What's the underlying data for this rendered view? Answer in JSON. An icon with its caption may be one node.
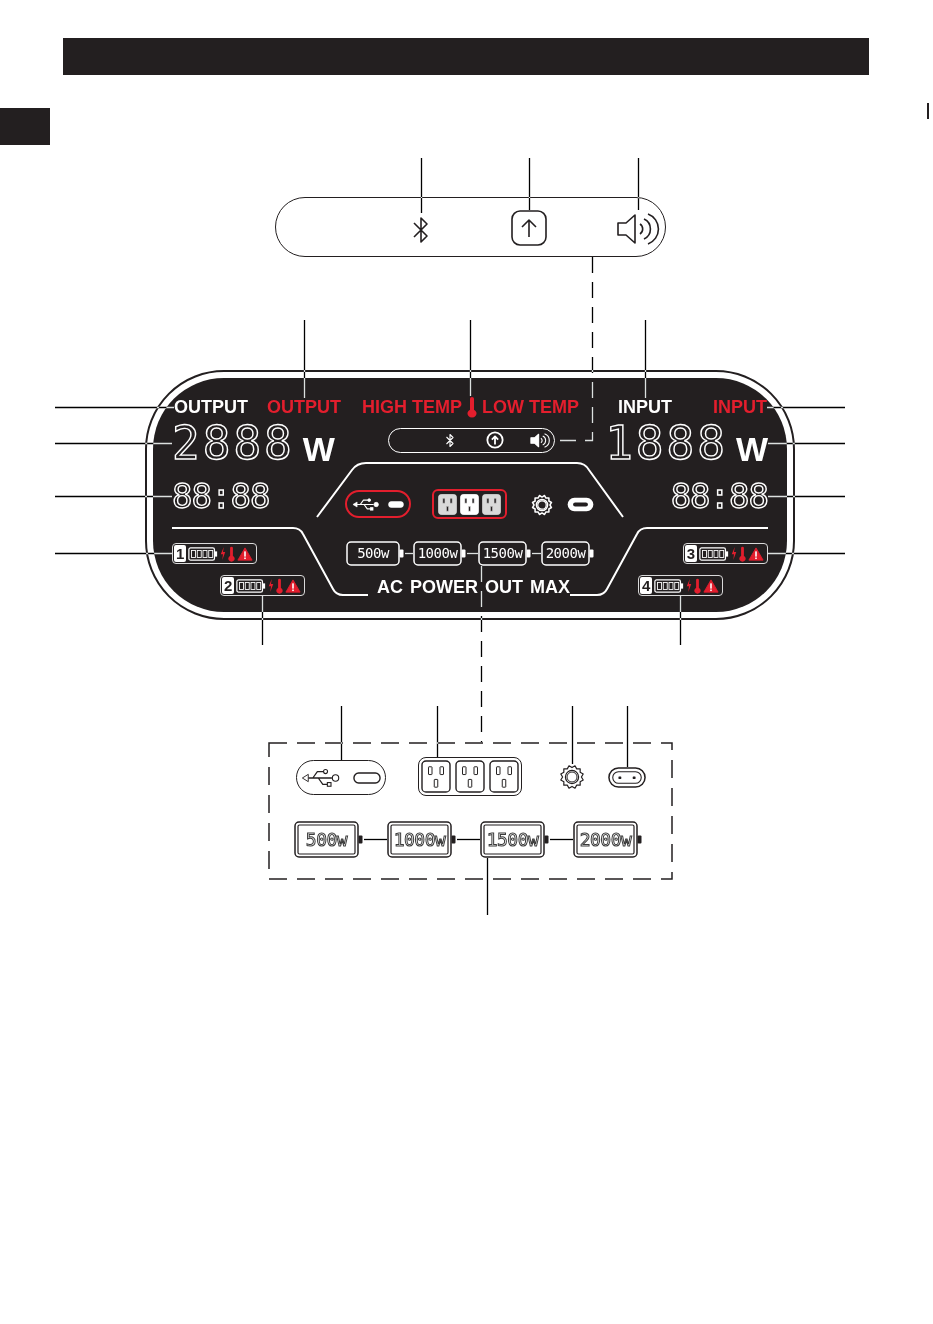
{
  "diagram": {
    "nodes": [
      {
        "text": [],
        "shape": "box"
      },
      {
        "text": [],
        "shape": "picture",
        "in": 0
      },
      {
        "text": [],
        "shape": "picture",
        "in": 0
      },
      {
        "text": [],
        "shape": "picture",
        "in": 0
      },
      {
        "text": [],
        "shape": "box"
      },
      {
        "text": [
          "OUTPUT"
        ],
        "in": 4
      },
      {
        "text": [
          "OUTPUT"
        ],
        "in": 4
      },
      {
        "text": [
          "HIGH TEMP",
          "LOW TEMP"
        ],
        "in": 4
      },
      {
        "text": [
          "INPUT"
        ],
        "in": 4
      },
      {
        "text": [
          "INPUT"
        ],
        "in": 4
      },
      {
        "text": [
          "2888",
          "W"
        ],
        "in": 4
      },
      {
        "text": [],
        "shape": "box",
        "in": 4
      },
      {
        "text": [
          "1888",
          "W"
        ],
        "in": 4
      },
      {
        "text": [
          "88:88"
        ],
        "in": 4
      },
      {
        "text": [
          "88:88"
        ],
        "in": 4
      },
      {
        "text": [
          "1"
        ],
        "in": 4
      },
      {
        "text": [
          "500w"
        ],
        "in": 4
      },
      {
        "text": [
          "1000w"
        ],
        "in": 4
      },
      {
        "text": [
          "1500w"
        ],
        "in": 4
      },
      {
        "text": [
          "2000w"
        ],
        "in": 4
      },
      {
        "text": [
          "3"
        ],
        "in": 4
      },
      {
        "text": [
          "2"
        ],
        "in": 4
      },
      {
        "text": [
          "4"
        ],
        "in": 4
      },
      {
        "text": [],
        "shape": "box"
      },
      {
        "text": [],
        "shape": "box",
        "in": 23
      },
      {
        "text": [],
        "shape": "box",
        "in": 23
      },
      {
        "text": [],
        "shape": "picture",
        "in": 23
      },
      {
        "text": [],
        "shape": "picture",
        "in": 23
      },
      {
        "text": [
          "500w"
        ],
        "in": 23
      },
      {
        "text": [
          "1000w"
        ],
        "in": 23
      },
      {
        "text": [
          "1500w"
        ],
        "in": 23
      },
      {
        "text": [
          "2000w"
        ],
        "in": 23
      }
    ],
    "edges": [
      {
        "from": null,
        "to": 1,
        "arrow": "none"
      },
      {
        "from": null,
        "to": 2,
        "arrow": "none"
      },
      {
        "from": null,
        "to": 3,
        "arrow": "none"
      },
      {
        "from": 0,
        "to": 11,
        "arrow": "none",
        "style": "dashed"
      },
      {
        "from": null,
        "to": 6,
        "arrow": "none"
      },
      {
        "from": null,
        "to": 7,
        "arrow": "none"
      },
      {
        "from": null,
        "to": 8,
        "arrow": "none"
      },
      {
        "from": null,
        "to": 5,
        "arrow": "none"
      },
      {
        "from": null,
        "to": 9,
        "arrow": "none"
      },
      {
        "from": null,
        "to": 10,
        "arrow": "none"
      },
      {
        "from": null,
        "to": 12,
        "arrow": "none"
      },
      {
        "from": null,
        "to": 13,
        "arrow": "none"
      },
      {
        "from": null,
        "to": 14,
        "arrow": "none"
      },
      {
        "from": null,
        "to": 15,
        "arrow": "none"
      },
      {
        "from": null,
        "to": 20,
        "arrow": "none"
      },
      {
        "from": 16,
        "to": 17,
        "arrow": "none"
      },
      {
        "from": 17,
        "to": 18,
        "arrow": "none"
      },
      {
        "from": 18,
        "to": 19,
        "arrow": "none"
      },
      {
        "from": null,
        "to": 21,
        "arrow": "none"
      },
      {
        "from": null,
        "to": 22,
        "arrow": "none"
      },
      {
        "from": 18,
        "to": 23,
        "arrow": "none",
        "style": "dashed"
      },
      {
        "from": null,
        "to": 24,
        "arrow": "none"
      },
      {
        "from": null,
        "to": 25,
        "arrow": "none"
      },
      {
        "from": null,
        "to": 26,
        "arrow": "none"
      },
      {
        "from": null,
        "to": 27,
        "arrow": "none"
      },
      {
        "from": 28,
        "to": 29,
        "arrow": "none"
      },
      {
        "from": 29,
        "to": 30,
        "arrow": "none"
      },
      {
        "from": 30,
        "to": 31,
        "arrow": "none"
      },
      {
        "from": null,
        "to": 30,
        "arrow": "none"
      }
    ],
    "labels": [
      "AC POWER OUT MAX"
    ]
  }
}
